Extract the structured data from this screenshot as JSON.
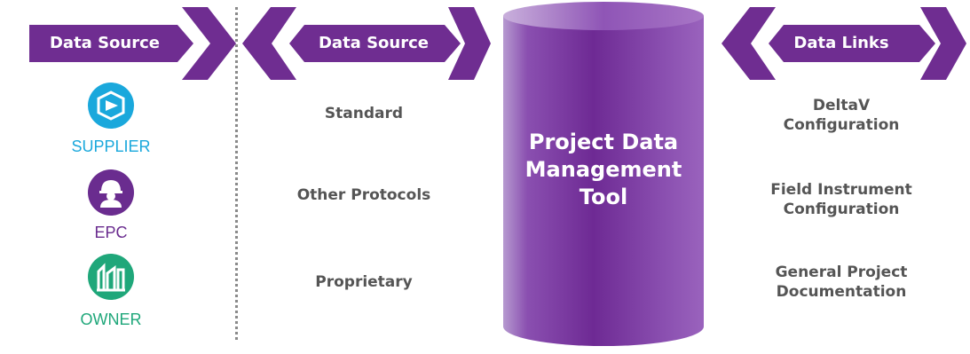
{
  "colors": {
    "banner": "#6f2d91",
    "cylinder": "#7a2f9e",
    "supplier": "#1aa8dc",
    "epc": "#6a2c8f",
    "owner": "#1fa77a",
    "text_gray": "#555555"
  },
  "left_panel": {
    "banner_label": "Data Source",
    "roles": [
      {
        "label": "SUPPLIER",
        "icon": "supplier-box-icon"
      },
      {
        "label": "EPC",
        "icon": "engineer-hardhat-icon"
      },
      {
        "label": "OWNER",
        "icon": "plant-facility-icon"
      }
    ]
  },
  "middle_panel": {
    "banner_label": "Data Source",
    "items": [
      "Standard",
      "Other Protocols",
      "Proprietary"
    ]
  },
  "center": {
    "title": "Project Data\nManagement\nTool"
  },
  "right_panel": {
    "banner_label": "Data Links",
    "items": [
      "DeltaV\nConfiguration",
      "Field Instrument\nConfiguration",
      "General Project\nDocumentation"
    ]
  }
}
